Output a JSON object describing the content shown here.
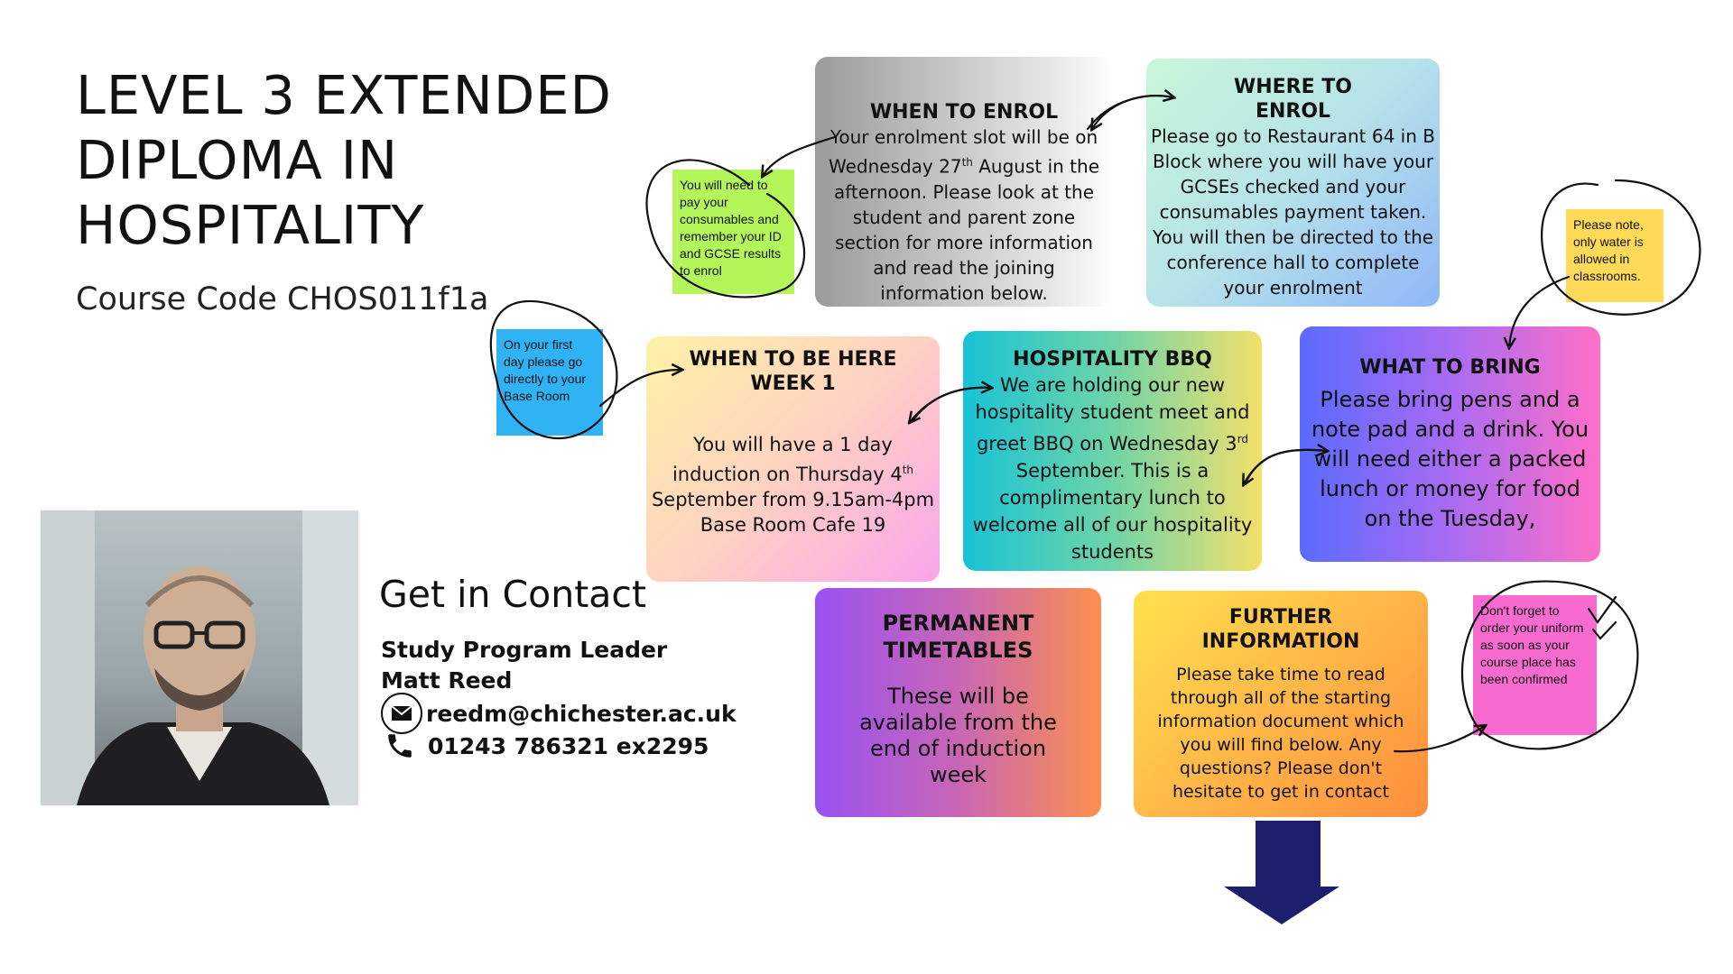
{
  "header": {
    "title": "LEVEL 3 EXTENDED DIPLOMA IN HOSPITALITY",
    "course_code": "Course Code CHOS011f1a"
  },
  "contact": {
    "heading": "Get in Contact",
    "role": "Study Program Leader",
    "name": "Matt Reed",
    "email": "reedm@chichester.ac.uk",
    "phone": "01243 786321 ex2295",
    "email_icon": "envelope-icon",
    "phone_icon": "phone-icon"
  },
  "cards": {
    "when_enrol": {
      "title": "WHEN TO ENROL",
      "body_before": "Your enrolment slot will be on Wednesday 27",
      "sup": "th",
      "body_after": " August in the afternoon. Please look at the student and parent zone section for more information and read the joining information below."
    },
    "where_enrol": {
      "title": "WHERE TO ENROL",
      "body": "Please go to Restaurant 64 in B Block where you will have your GCSEs checked and your consumables payment taken. You will then be directed to the conference hall to complete your enrolment"
    },
    "when_here": {
      "title": "WHEN TO BE HERE WEEK 1",
      "body_before": "You will have a 1 day induction on Thursday 4",
      "sup": "th",
      "body_after": "  September from 9.15am-4pm Base Room Cafe 19"
    },
    "bbq": {
      "title": "HOSPITALITY BBQ",
      "body_before": "We are holding our new hospitality student meet and greet BBQ on Wednesday 3",
      "sup": "rd",
      "body_after": " September. This is a complimentary lunch to welcome all of our hospitality students"
    },
    "what_bring": {
      "title": "WHAT TO BRING",
      "body": "Please bring pens and a note pad and a drink. You will need either a packed lunch or money for food on the Tuesday,"
    },
    "timetables": {
      "title": "PERMANENT TIMETABLES",
      "body": "These will be available from the end of induction week"
    },
    "further": {
      "title": "FURTHER INFORMATION",
      "body": "Please take time to read through all of the starting information document which you will find below. Any questions? Please don't hesitate to get in contact"
    }
  },
  "notes": {
    "green": "You will need to pay your consumables and remember your ID and GCSE results to enrol",
    "blue": "On your first day please go directly to your Base Room",
    "yellow": "Please note, only water is allowed in classrooms.",
    "pink": "Don't forget to order your uniform as soon as your course place has been confirmed"
  },
  "colors": {
    "note_green": "#b4f55a",
    "note_blue": "#2fb3f5",
    "note_yellow": "#ffd957",
    "note_pink": "#f76bd0",
    "arrow_navy": "#1d1f6e"
  }
}
